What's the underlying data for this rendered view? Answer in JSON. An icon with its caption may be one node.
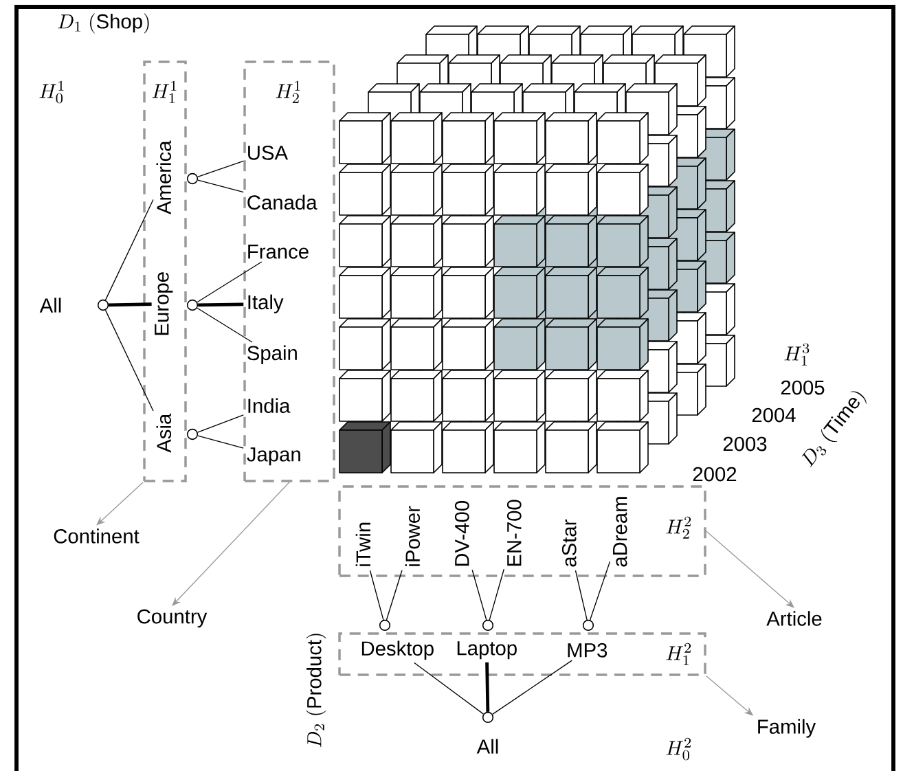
{
  "diagram": {
    "nodes": [
      {
        "text": [
          "H_1^1"
        ]
      },
      {
        "text": [
          "H_2^1"
        ]
      },
      {
        "text": [
          "All"
        ]
      },
      {
        "text": [],
        "shape": "circle"
      },
      {
        "text": [
          "America"
        ],
        "in": 0
      },
      {
        "text": [
          "Europe"
        ],
        "in": 0
      },
      {
        "text": [
          "Asia"
        ],
        "in": 0
      },
      {
        "text": [],
        "shape": "circle"
      },
      {
        "text": [],
        "shape": "circle"
      },
      {
        "text": [],
        "shape": "circle"
      },
      {
        "text": [
          "USA"
        ],
        "in": 1
      },
      {
        "text": [
          "Canada"
        ],
        "in": 1
      },
      {
        "text": [
          "France"
        ],
        "in": 1
      },
      {
        "text": [
          "Italy"
        ],
        "in": 1
      },
      {
        "text": [
          "Spain"
        ],
        "in": 1
      },
      {
        "text": [
          "India"
        ],
        "in": 1
      },
      {
        "text": [
          "Japan"
        ],
        "in": 1
      },
      {
        "text": [
          "Continent"
        ]
      },
      {
        "text": [
          "Country"
        ]
      },
      {
        "text": [
          "H_2^2"
        ]
      },
      {
        "text": [
          "iTwin"
        ],
        "in": 19
      },
      {
        "text": [
          "iPower"
        ],
        "in": 19
      },
      {
        "text": [
          "DV-400"
        ],
        "in": 19
      },
      {
        "text": [
          "EN-700"
        ],
        "in": 19
      },
      {
        "text": [
          "aStar"
        ],
        "in": 19
      },
      {
        "text": [
          "aDream"
        ],
        "in": 19
      },
      {
        "text": [
          "H_1^2"
        ]
      },
      {
        "text": [
          "Desktop"
        ],
        "in": 26
      },
      {
        "text": [
          "Laptop"
        ],
        "in": 26
      },
      {
        "text": [
          "MP3"
        ],
        "in": 26
      },
      {
        "text": [],
        "shape": "circle"
      },
      {
        "text": [],
        "shape": "circle"
      },
      {
        "text": [],
        "shape": "circle"
      },
      {
        "text": [],
        "shape": "circle"
      },
      {
        "text": [
          "All"
        ]
      },
      {
        "text": [
          "Article"
        ]
      },
      {
        "text": [
          "Family"
        ]
      }
    ],
    "edges": [
      {
        "from": 3,
        "to": 4,
        "arrow": "none"
      },
      {
        "from": 3,
        "to": 5,
        "arrow": "none",
        "style": "thick"
      },
      {
        "from": 3,
        "to": 6,
        "arrow": "none"
      },
      {
        "from": 7,
        "to": 10,
        "arrow": "none"
      },
      {
        "from": 7,
        "to": 11,
        "arrow": "none"
      },
      {
        "from": 8,
        "to": 12,
        "arrow": "none"
      },
      {
        "from": 8,
        "to": 13,
        "arrow": "none",
        "style": "thick"
      },
      {
        "from": 8,
        "to": 14,
        "arrow": "none"
      },
      {
        "from": 9,
        "to": 15,
        "arrow": "none"
      },
      {
        "from": 9,
        "to": 16,
        "arrow": "none"
      },
      {
        "from": 0,
        "to": 17,
        "arrow": "to",
        "color": "#999999"
      },
      {
        "from": 1,
        "to": 18,
        "arrow": "to",
        "color": "#999999"
      },
      {
        "from": 30,
        "to": 20,
        "arrow": "none"
      },
      {
        "from": 30,
        "to": 21,
        "arrow": "none"
      },
      {
        "from": 31,
        "to": 22,
        "arrow": "none"
      },
      {
        "from": 31,
        "to": 23,
        "arrow": "none"
      },
      {
        "from": 32,
        "to": 24,
        "arrow": "none"
      },
      {
        "from": 32,
        "to": 25,
        "arrow": "none"
      },
      {
        "from": 33,
        "to": 27,
        "arrow": "none"
      },
      {
        "from": 33,
        "to": 28,
        "arrow": "none",
        "style": "thick"
      },
      {
        "from": 33,
        "to": 29,
        "arrow": "none"
      },
      {
        "from": 19,
        "to": 35,
        "arrow": "to",
        "color": "#999999"
      },
      {
        "from": 26,
        "to": 36,
        "arrow": "to",
        "color": "#999999"
      }
    ],
    "labels": [
      "D_1\\ (\\mathrm{Shop})",
      "H_0^1",
      "H_1^3",
      "2005",
      "2004",
      "2003",
      "D_3\\ (\\mathrm{Time})",
      "2002",
      "D_2\\ (\\mathrm{Product})",
      "H_0^2"
    ]
  }
}
